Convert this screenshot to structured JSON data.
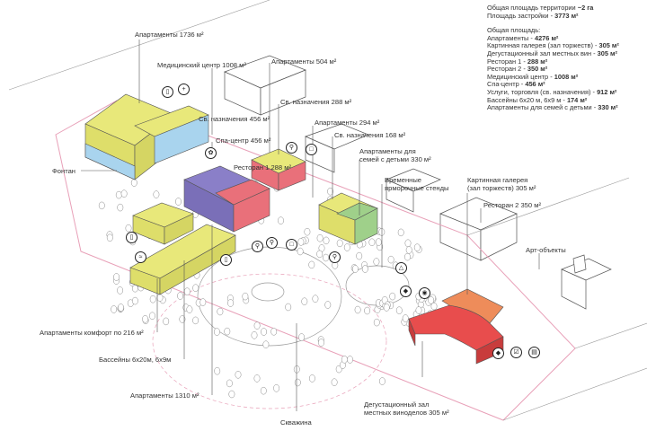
{
  "stats": {
    "lines": [
      {
        "label": "Общая площадь территории",
        "value": "~2 га"
      },
      {
        "label": "Площадь застройки",
        "value": "3773 м²"
      },
      {
        "label": "",
        "value": ""
      },
      {
        "label": "Общая площадь:",
        "value": ""
      },
      {
        "label": "Апартаменты -",
        "value": "4276 м²"
      },
      {
        "label": "Картинная галерея (зал торжеств)  -",
        "value": "305 м²"
      },
      {
        "label": "Дегустационный зал местных вин  -",
        "value": "305 м²"
      },
      {
        "label": "Ресторан 1 -",
        "value": "288 м²"
      },
      {
        "label": "Ресторан 2 -",
        "value": "350 м²"
      },
      {
        "label": "Медицинский центр -",
        "value": "1008 м²"
      },
      {
        "label": "Спа-центр -",
        "value": "456 м²"
      },
      {
        "label": "Услуги, торговля (св. назначения) -",
        "value": "912 м²"
      },
      {
        "label": "Бассейны 6х20 м, 6х9 м -",
        "value": "174 м²"
      },
      {
        "label": "Апартаменты для семей с детьми -",
        "value": "330 м²"
      }
    ]
  },
  "labels": {
    "apt1736": "Апартаменты  1736 м²",
    "med1008": "Медицинский центр  1008 м²",
    "apt504": "Апартаменты  504 м²",
    "sv288": "Св. назначения   288 м²",
    "sv456": "Св. назначения   456 м²",
    "spa456": "Спа-центр   456 м²",
    "apt294": "Апартаменты  294 м²",
    "sv168": "Св. назначения  168 м²",
    "family330_1": "Апартаменты для",
    "family330_2": "семей с детьми 330 м²",
    "rest1": "Ресторан  1  288 м²",
    "fountain": "Фонтан",
    "fair1": "Временные",
    "fair2": "ярморочные стенды",
    "gallery1": "Картинная галерея",
    "gallery2": "(зал торжеств)",
    "gallery3": "305 м²",
    "rest2": "Ресторан 2   350 м²",
    "art": "Арт-объекты",
    "aptComfort": "Апартаменты комфорт по 216 м²",
    "pools": "Бассейны  6х20м,  6х9м",
    "apt1310": "Апартаменты  1310 м²",
    "well": "Скважина",
    "tasting1": "Дегустационный зал",
    "tasting2": "местных виноделов  305 м²"
  },
  "colors": {
    "residential": "#e8e87a",
    "restaurant": "#e9707a",
    "service_purple": "#8a7fc8",
    "spa_blue": "#a9d4ee",
    "family_green": "#9fd08a",
    "gallery_orange": "#ee8c5a",
    "tasting_red": "#e84d4d",
    "boundary_pink": "#e8a0b8"
  },
  "icons": [
    "wine-icon",
    "bed-icon",
    "restaurant-icon",
    "pool-icon",
    "spa-icon",
    "medical-icon",
    "shop-icon",
    "art-icon",
    "camera-icon",
    "car-icon",
    "toilet-icon",
    "fountain-icon"
  ]
}
